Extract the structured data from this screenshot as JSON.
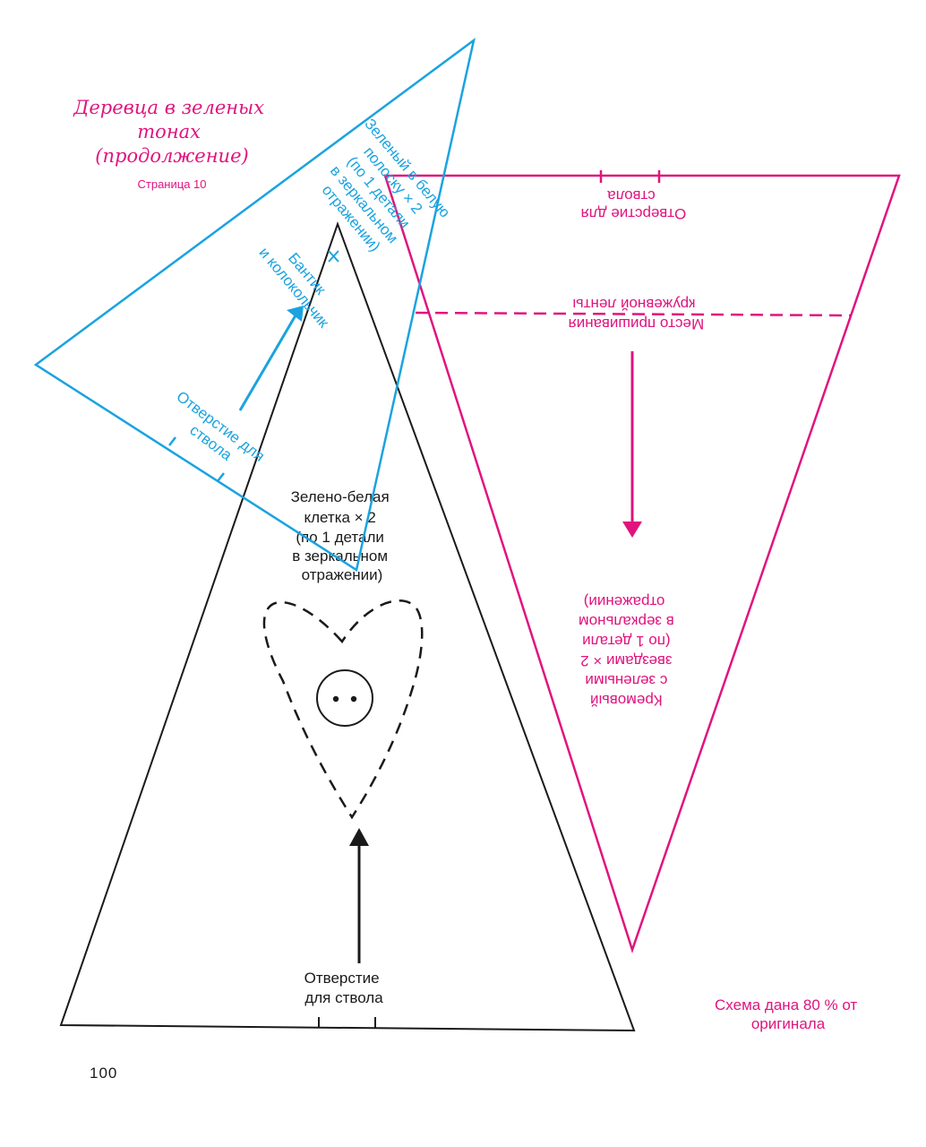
{
  "title": {
    "line1": "Деревца в зеленых",
    "line2": "тонах",
    "line3": "(продолжение)",
    "subtitle": "Страница 10"
  },
  "blue_piece": {
    "label_line1": "Зеленый в белую",
    "label_line2": "полоску × 2",
    "label_line3": "(по 1 детали",
    "label_line4": "в зеркальном",
    "label_line5": "отражении)",
    "bow_line1": "Бантик",
    "bow_line2": "и колокольчик",
    "hole_line1": "Отверстие для",
    "hole_line2": "ствола"
  },
  "black_piece": {
    "label_line1": "Зелено-белая",
    "label_line2": "клетка × 2",
    "label_line3": "(по 1 детали",
    "label_line4": "в зеркальном",
    "label_line5": "отражении)",
    "hole_line1": "Отверстие",
    "hole_line2": "для ствола"
  },
  "pink_piece": {
    "hole_line1": "Отверстие для",
    "hole_line2": "ствола",
    "lace_line1": "Место пришивания",
    "lace_line2": "кружевной ленты",
    "label_line1": "Кремовый",
    "label_line2": "с зелеными",
    "label_line3": "звездами × 2",
    "label_line4": "(по 1 детали",
    "label_line5": "в зеркальном",
    "label_line6": "отражении)"
  },
  "scale_note": {
    "line1": "Схема дана 80 % от",
    "line2": "оригинала"
  },
  "page_number": "100",
  "colors": {
    "pink": "#e0147e",
    "blue": "#1aa3e0",
    "black": "#1a1a1a"
  }
}
